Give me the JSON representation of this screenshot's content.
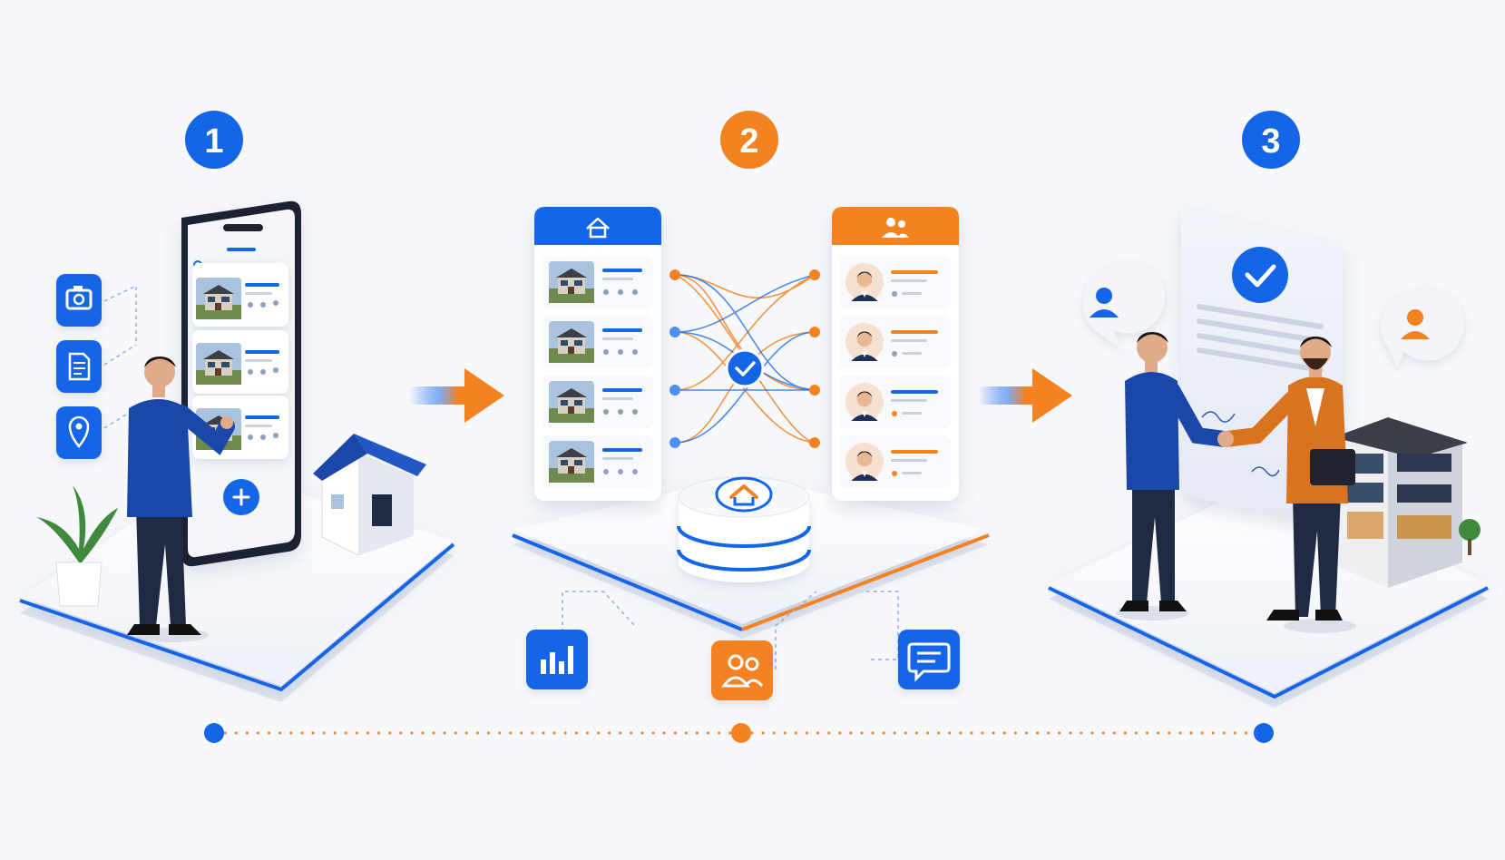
{
  "steps": [
    {
      "number": "1",
      "color": "#1565e8"
    },
    {
      "number": "2",
      "color": "#f58220"
    },
    {
      "number": "3",
      "color": "#1565e8"
    }
  ],
  "colors": {
    "blue": "#1565e8",
    "orange": "#f58220",
    "suit_blue": "#1b48a8",
    "jacket_orange": "#d9731f",
    "background": "#f7f8fc"
  },
  "step1": {
    "side_icons": [
      "camera-icon",
      "document-icon",
      "location-pin-icon"
    ],
    "phone_listing_count": 3,
    "add_button_icon": "plus-icon"
  },
  "step2": {
    "properties_header_icon": "home-icon",
    "clients_header_icon": "users-icon",
    "property_card_count": 4,
    "client_card_count": 4,
    "match_icon": "check-icon",
    "database_icon": "home-icon",
    "bottom_icons": [
      "bar-chart-icon",
      "users-icon",
      "chat-icon"
    ]
  },
  "step3": {
    "document_icon": "check-icon",
    "bubble_icons": [
      "user-icon-blue",
      "user-icon-orange"
    ]
  },
  "timeline_icon_count": 3
}
